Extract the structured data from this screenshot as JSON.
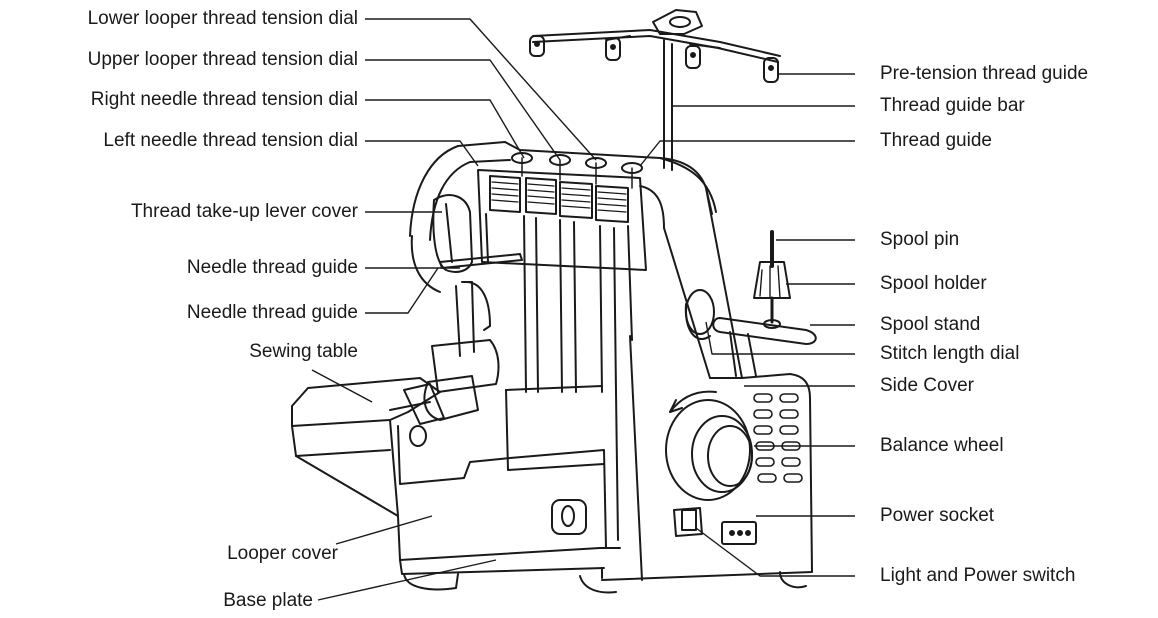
{
  "labels": {
    "lower_looper_dial": "Lower looper thread tension dial",
    "upper_looper_dial": "Upper looper thread tension dial",
    "right_needle_dial": "Right needle thread tension dial",
    "left_needle_dial": "Left needle thread tension dial",
    "takeup_cover": "Thread take-up lever cover",
    "needle_guide_1": "Needle thread guide",
    "needle_guide_2": "Needle thread guide",
    "sewing_table": "Sewing table",
    "looper_cover": "Looper cover",
    "base_plate": "Base plate",
    "pretension_guide": "Pre-tension thread guide",
    "guide_bar": "Thread guide bar",
    "thread_guide": "Thread guide",
    "spool_pin": "Spool pin",
    "spool_holder": "Spool holder",
    "spool_stand": "Spool stand",
    "stitch_dial": "Stitch length dial",
    "side_cover": "Side Cover",
    "balance_wheel": "Balance wheel",
    "power_socket": "Power socket",
    "power_switch": "Light and Power switch"
  },
  "colors": {
    "line": "#1a1a1a",
    "background": "#ffffff"
  }
}
